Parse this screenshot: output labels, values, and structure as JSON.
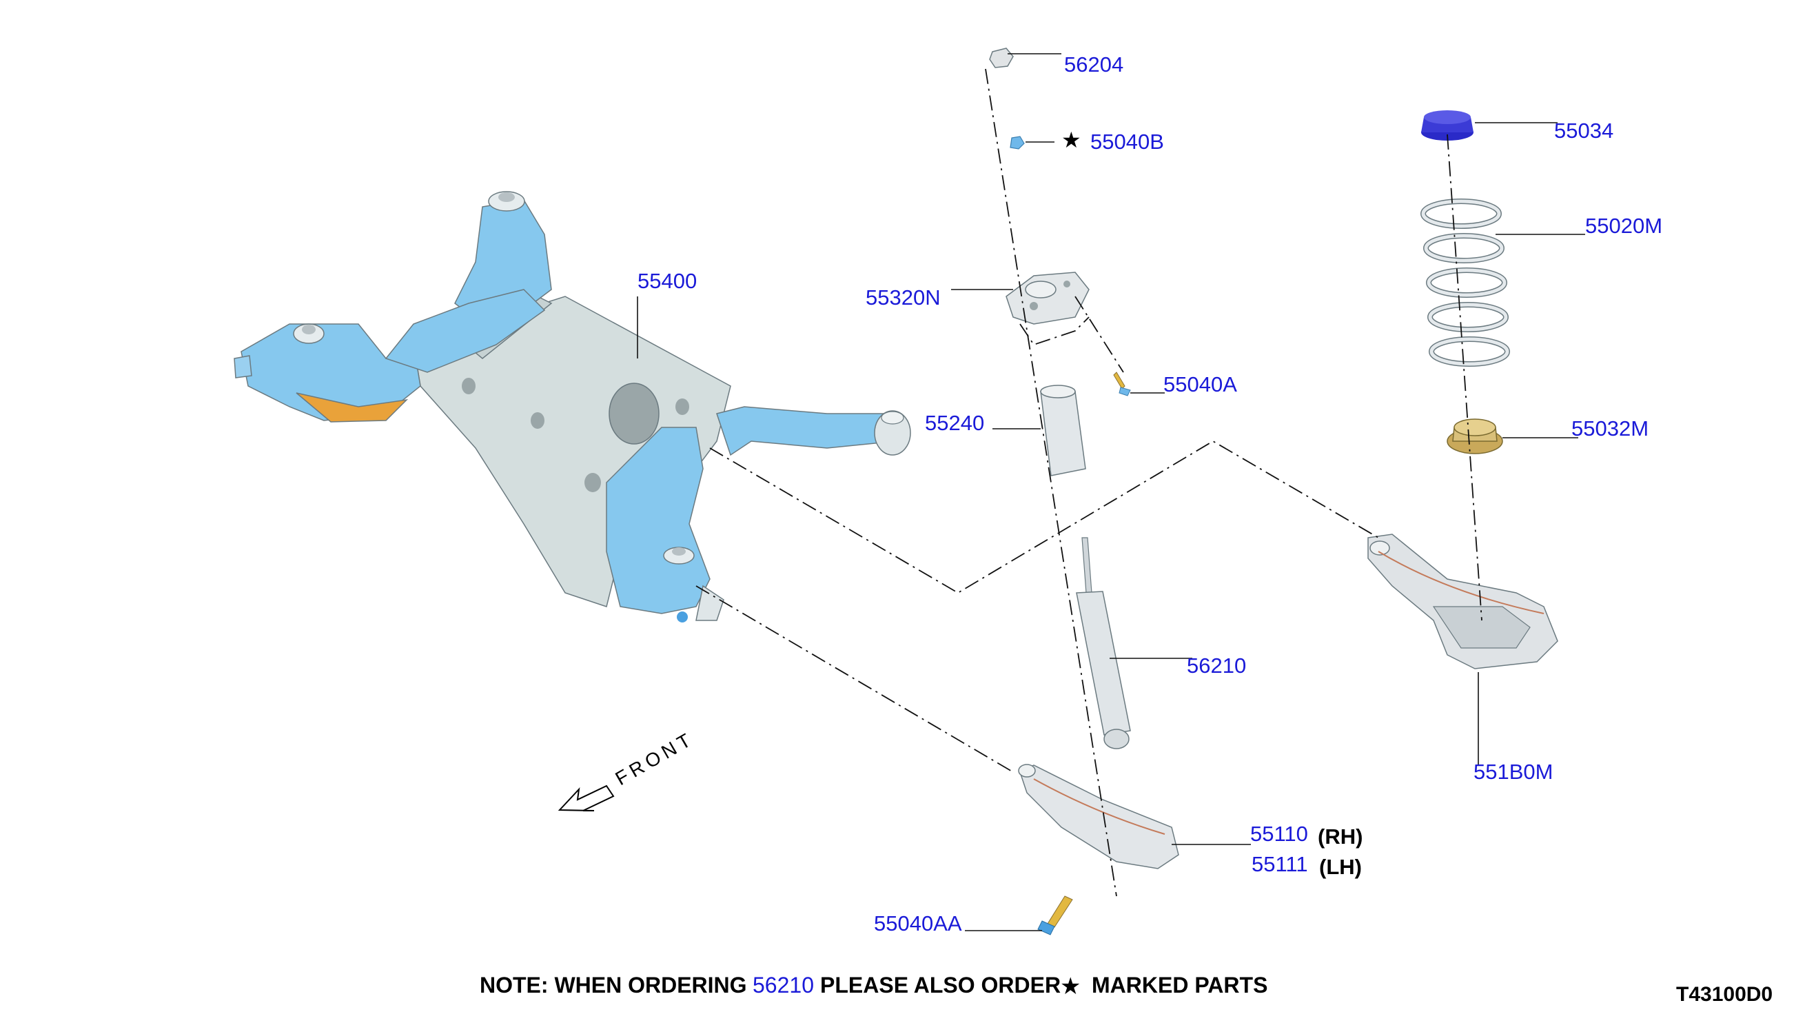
{
  "labels": {
    "p56204": "56204",
    "p55040B": "55040B",
    "p55034": "55034",
    "p55020M": "55020M",
    "p55400": "55400",
    "p55320N": "55320N",
    "p55040A": "55040A",
    "p55240": "55240",
    "p55032M": "55032M",
    "p56210": "56210",
    "p551B0M": "551B0M",
    "p55110": "55110",
    "p55111": "55111",
    "p55040AA": "55040AA"
  },
  "side": {
    "rh": "(RH)",
    "lh": "(LH)"
  },
  "direction": {
    "front": "FRONT"
  },
  "note": {
    "prefix": "NOTE: WHEN ORDERING",
    "part": "56210",
    "middle": "PLEASE ALSO ORDER",
    "suffix": "MARKED PARTS"
  },
  "drawing_code": "T43100D0",
  "colors": {
    "label_blue": "#1a1ad8",
    "frame_blue": "#86c8ee",
    "frame_grey": "#d2dcdc",
    "bushing_orange": "#e9a23a",
    "metal_grey": "#cfd6da",
    "bump_stop_blue": "#3b3bd6",
    "seat_bronze": "#d9c07a",
    "arm_grey": "#dfe3e6"
  }
}
